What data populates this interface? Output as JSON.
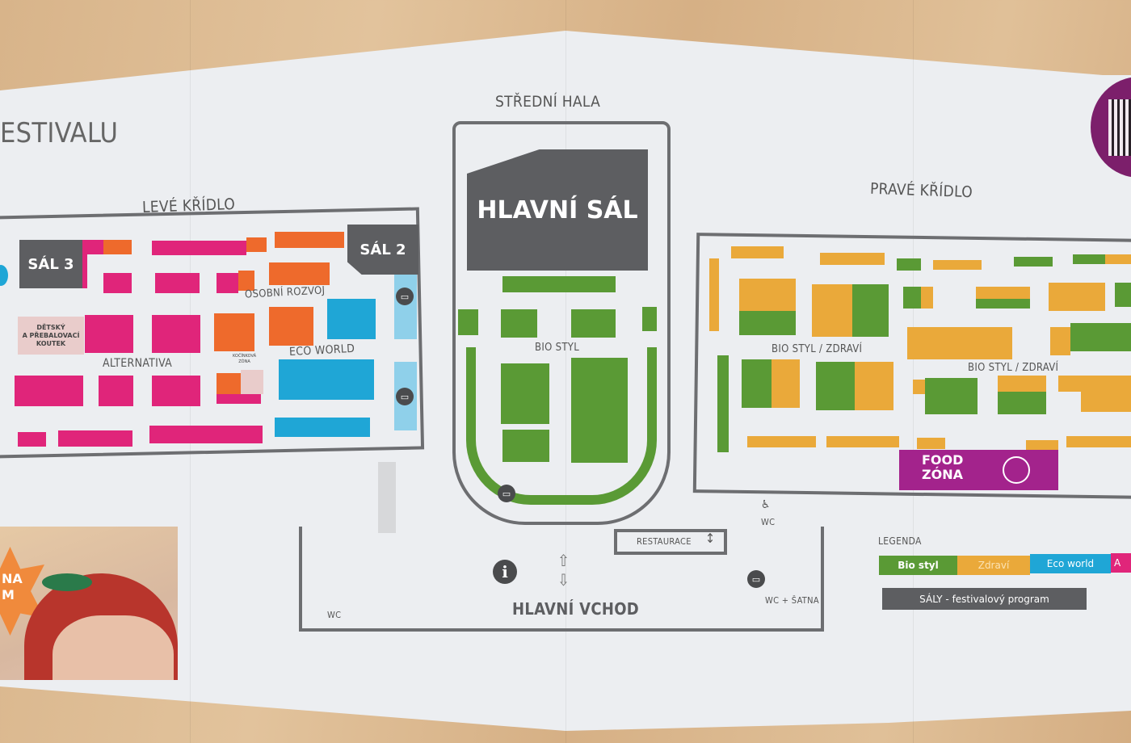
{
  "colors": {
    "alternativa": "#e0257a",
    "osobni_rozvoj": "#ee6a2c",
    "eco_world": "#1fa6d6",
    "bio_styl": "#5a9a35",
    "zdravi": "#eaa93a",
    "saly": "#5d5e61",
    "food": "#a3238c"
  },
  "header": {
    "title_fragment": "ESTIVALU"
  },
  "sections": {
    "leve_kridlo": "LEVÉ KŘÍDLO",
    "stredni_hala": "STŘEDNÍ HALA",
    "prave_kridlo": "PRAVÉ KŘÍDLO",
    "hlavni_sal": "HLAVNÍ SÁL",
    "sal2": "SÁL 2",
    "sal3": "SÁL 3"
  },
  "zones": {
    "osobni_rozvoj": "OSOBNÍ ROZVOJ",
    "alternativa": "ALTERNATIVA",
    "eco_world": "ECO WORLD",
    "detsky_koutek": [
      "DĚTSKÝ",
      "A PŘEBALOVACÍ",
      "KOUTEK"
    ],
    "kocinkova_zona": [
      "KOČÍNKOVÁ",
      "ZÓNA"
    ],
    "bio_styl": "BIO STYL",
    "bio_styl_zdravi_1": "BIO STYL / ZDRAVÍ",
    "bio_styl_zdravi_2": "BIO STYL / ZDRAVÍ",
    "food_zona": [
      "FOOD",
      "ZÓNA"
    ]
  },
  "facilities": {
    "restaurace": "RESTAURACE",
    "wc_left": "WC",
    "wc_accessible": "WC",
    "wc_satna": "WC + ŠATNA",
    "hlavni_vchod": "HLAVNÍ VCHOD",
    "info": "i"
  },
  "legend": {
    "title": "LEGENDA",
    "items": [
      {
        "label": "Bio styl"
      },
      {
        "label": "Zdraví"
      },
      {
        "label": "Eco world"
      },
      {
        "label": "A"
      }
    ],
    "saly": "SÁLY - festivalový program"
  },
  "promo": {
    "badge_line1": "NA",
    "badge_line2": "M"
  }
}
